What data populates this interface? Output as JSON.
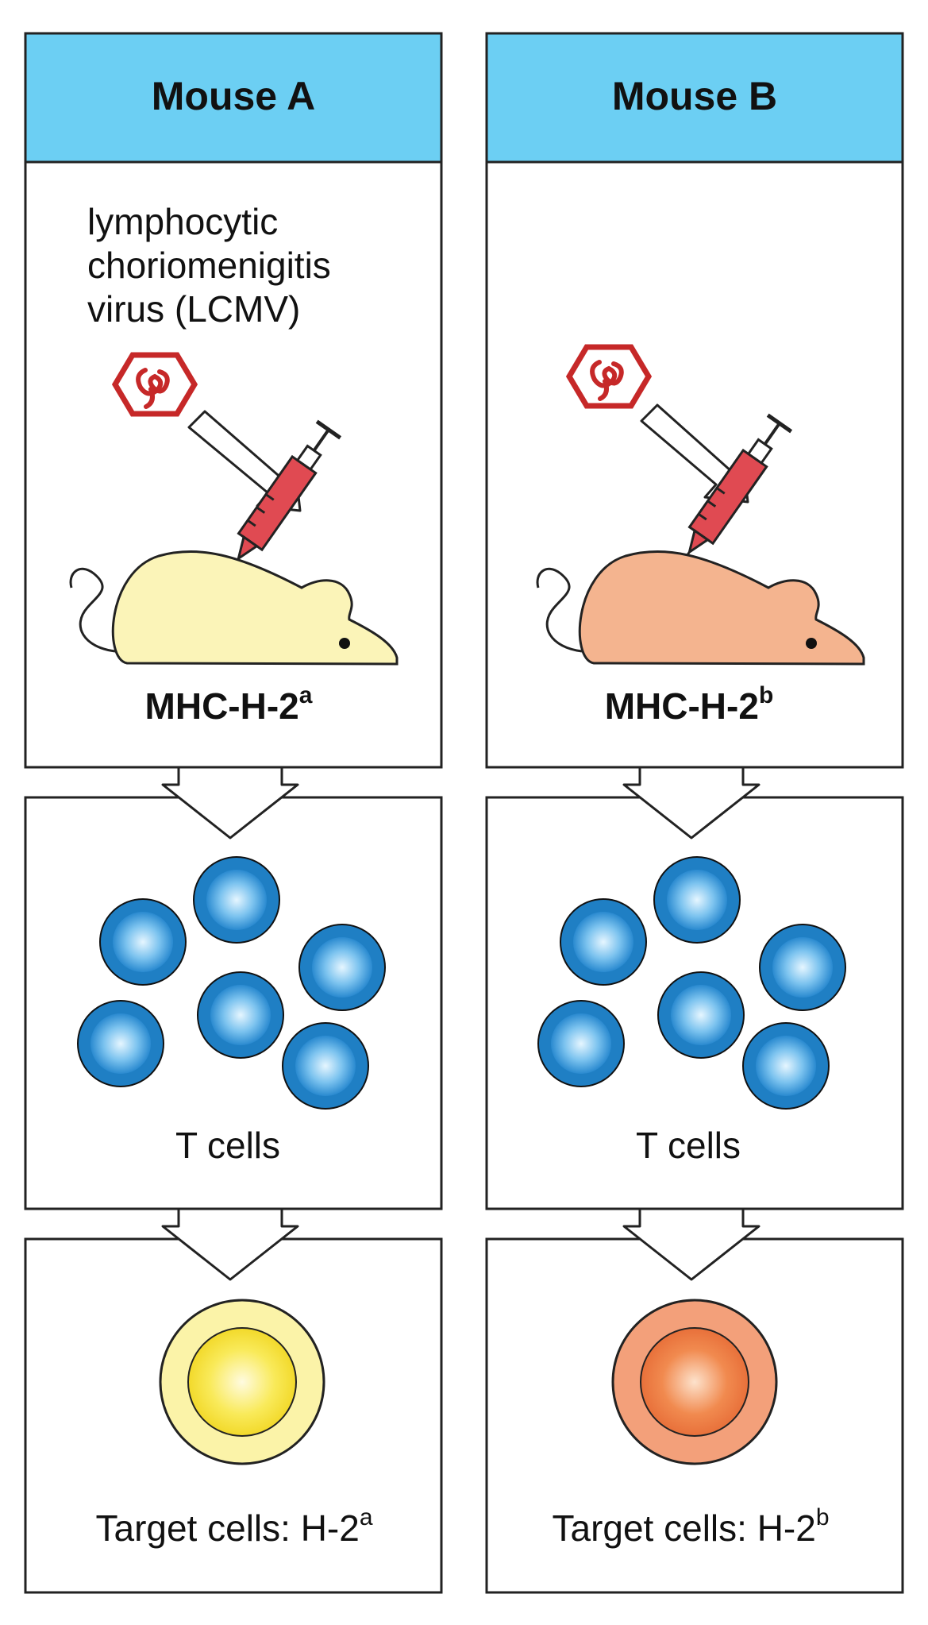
{
  "columns": [
    {
      "id": "a",
      "header": "Mouse A",
      "virus_label_lines": [
        "lymphocytic",
        "choriomenigitis",
        "virus (LCMV)"
      ],
      "mhc_prefix": "MHC-H-2",
      "mhc_sup": "a",
      "tcells_label": "T cells",
      "target_prefix": "Target cells: H-2",
      "target_sup": "a",
      "mouse_color": "#fbf4b8",
      "target_outer_color": "#fbf3a8",
      "target_inner_color": "#f7e23a"
    },
    {
      "id": "b",
      "header": "Mouse B",
      "virus_label_lines": [],
      "mhc_prefix": "MHC-H-2",
      "mhc_sup": "b",
      "tcells_label": "T cells",
      "target_prefix": "Target cells: H-2",
      "target_sup": "b",
      "mouse_color": "#f4b48f",
      "target_outer_color": "#f3a07a",
      "target_inner_color": "#ef7b3c"
    }
  ],
  "colors": {
    "header_bg": "#6ccff3",
    "border": "#222222",
    "tcell_outer": "#1f7fc4",
    "tcell_inner": "#9fd6f7",
    "virus_red": "#d62f2f",
    "syringe_red": "#e04a52"
  }
}
